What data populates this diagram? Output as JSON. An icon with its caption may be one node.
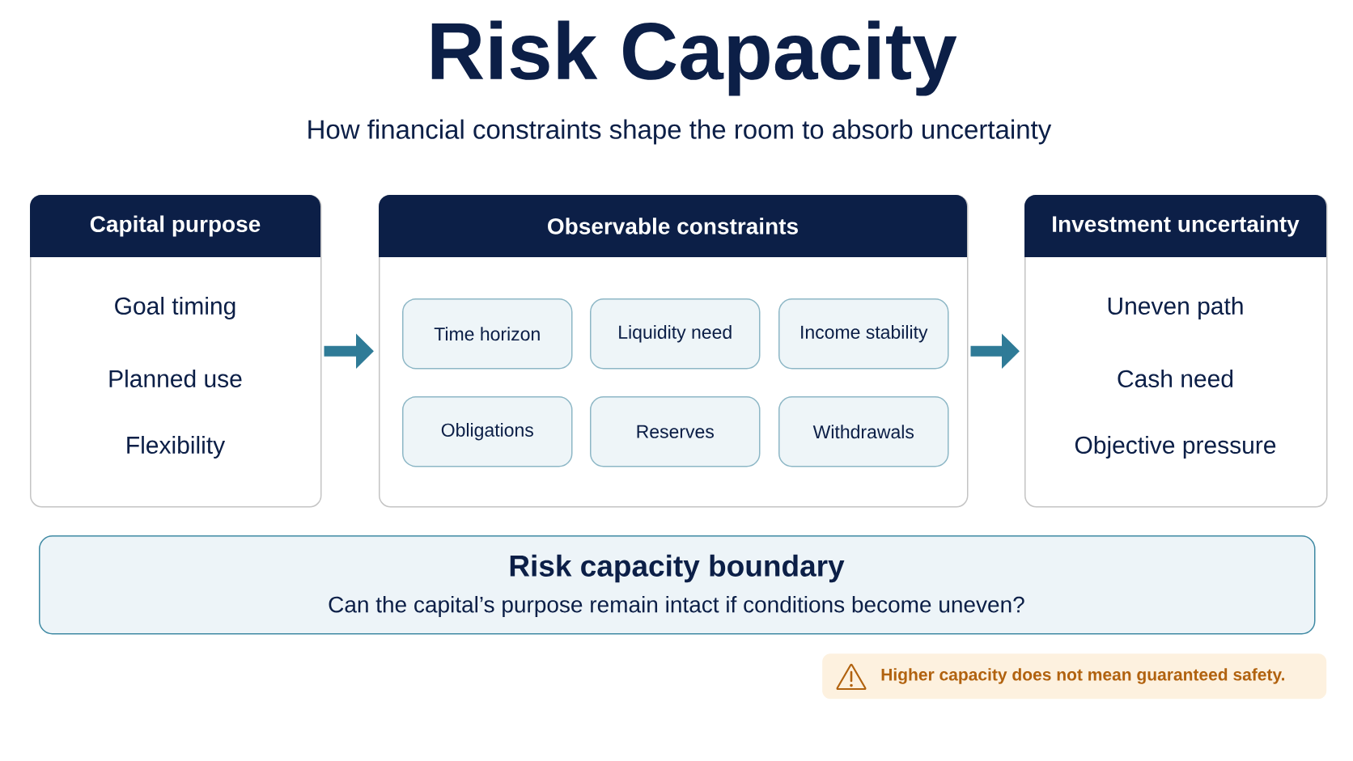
{
  "diagram": {
    "title": "Risk Capacity",
    "nodes": [
      {
        "text": [
          "Capital purpose",
          "Goal timing",
          "Planned use",
          "Flexibility"
        ]
      },
      {
        "text": [
          "Observable constraints"
        ]
      },
      {
        "text": [
          "Time horizon"
        ],
        "in": 1
      },
      {
        "text": [
          "Liquidity need"
        ],
        "in": 1
      },
      {
        "text": [
          "Income stability"
        ],
        "in": 1
      },
      {
        "text": [
          "Obligations"
        ],
        "in": 1
      },
      {
        "text": [
          "Reserves"
        ],
        "in": 1
      },
      {
        "text": [
          "Withdrawals"
        ],
        "in": 1
      },
      {
        "text": [
          "Investment uncertainty",
          "Uneven path",
          "Cash need",
          "Objective pressure"
        ]
      },
      {
        "text": [
          "Risk capacity boundary",
          "Can the capital’s purpose remain intact if conditions become uneven?"
        ]
      },
      {
        "text": [
          "Higher capacity does not mean guaranteed safety."
        ]
      }
    ],
    "edges": [
      {
        "from": 0,
        "to": 1,
        "arrow": "to"
      },
      {
        "from": 1,
        "to": 8,
        "arrow": "to"
      }
    ],
    "labels": [
      "How financial constraints shape the room to absorb uncertainty"
    ]
  }
}
